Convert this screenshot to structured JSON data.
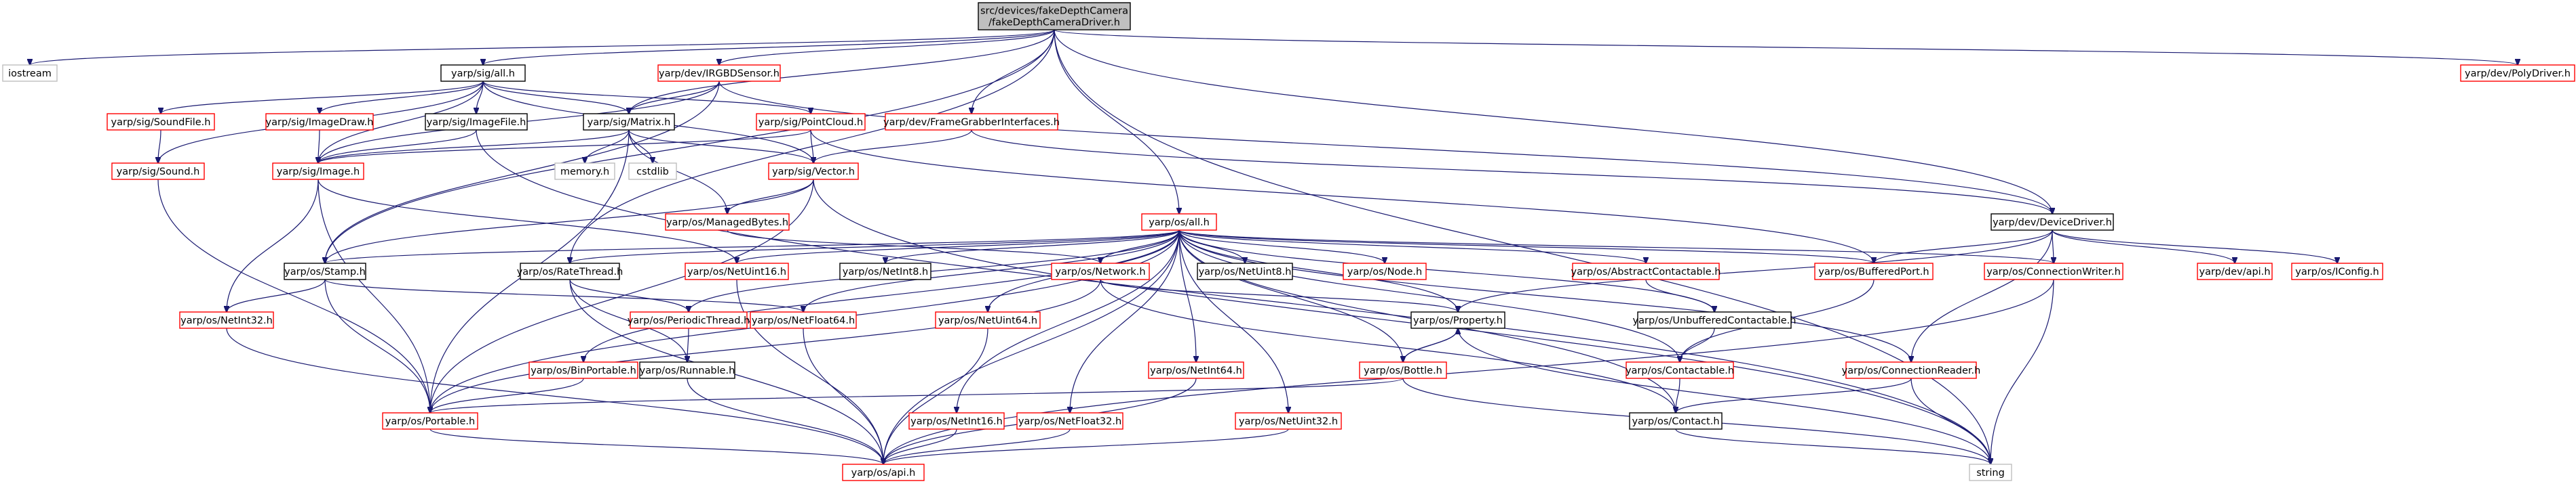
{
  "graph": {
    "kind": "include dependency graph",
    "colors": {
      "edge": "#191970",
      "root_fill": "#bfbfbf",
      "root_border": "#000000",
      "documented_border": "#000000",
      "undocumented_border": "#ff0000",
      "system_border": "#bfbfbf",
      "text": "#000000"
    },
    "nodes": [
      {
        "id": "root",
        "lines": [
          "src/devices/fakeDepthCamera",
          "/fakeDepthCameraDriver.h"
        ],
        "style": "root"
      },
      {
        "id": "iostream",
        "lines": [
          "iostream"
        ],
        "style": "system"
      },
      {
        "id": "sig_all",
        "lines": [
          "yarp/sig/all.h"
        ],
        "style": "documented"
      },
      {
        "id": "rgbd",
        "lines": [
          "yarp/dev/IRGBDSensor.h"
        ],
        "style": "undocumented"
      },
      {
        "id": "polydriver",
        "lines": [
          "yarp/dev/PolyDriver.h"
        ],
        "style": "undocumented"
      },
      {
        "id": "soundfile",
        "lines": [
          "yarp/sig/SoundFile.h"
        ],
        "style": "undocumented"
      },
      {
        "id": "imagedraw",
        "lines": [
          "yarp/sig/ImageDraw.h"
        ],
        "style": "undocumented"
      },
      {
        "id": "imagefile",
        "lines": [
          "yarp/sig/ImageFile.h"
        ],
        "style": "documented"
      },
      {
        "id": "matrix",
        "lines": [
          "yarp/sig/Matrix.h"
        ],
        "style": "documented"
      },
      {
        "id": "pointcloud",
        "lines": [
          "yarp/sig/PointCloud.h"
        ],
        "style": "undocumented"
      },
      {
        "id": "framegrabber",
        "lines": [
          "yarp/dev/FrameGrabberInterfaces.h"
        ],
        "style": "undocumented"
      },
      {
        "id": "sound",
        "lines": [
          "yarp/sig/Sound.h"
        ],
        "style": "undocumented"
      },
      {
        "id": "image",
        "lines": [
          "yarp/sig/Image.h"
        ],
        "style": "undocumented"
      },
      {
        "id": "memory",
        "lines": [
          "memory.h"
        ],
        "style": "system"
      },
      {
        "id": "cstdlib",
        "lines": [
          "cstdlib"
        ],
        "style": "system"
      },
      {
        "id": "vector",
        "lines": [
          "yarp/sig/Vector.h"
        ],
        "style": "undocumented"
      },
      {
        "id": "managedbytes",
        "lines": [
          "yarp/os/ManagedBytes.h"
        ],
        "style": "undocumented"
      },
      {
        "id": "os_all",
        "lines": [
          "yarp/os/all.h"
        ],
        "style": "undocumented"
      },
      {
        "id": "devicedriver",
        "lines": [
          "yarp/dev/DeviceDriver.h"
        ],
        "style": "documented"
      },
      {
        "id": "stamp",
        "lines": [
          "yarp/os/Stamp.h"
        ],
        "style": "documented"
      },
      {
        "id": "ratethread",
        "lines": [
          "yarp/os/RateThread.h"
        ],
        "style": "documented"
      },
      {
        "id": "netuint16",
        "lines": [
          "yarp/os/NetUint16.h"
        ],
        "style": "undocumented"
      },
      {
        "id": "netint8",
        "lines": [
          "yarp/os/NetInt8.h"
        ],
        "style": "documented"
      },
      {
        "id": "network",
        "lines": [
          "yarp/os/Network.h"
        ],
        "style": "undocumented"
      },
      {
        "id": "netuint8",
        "lines": [
          "yarp/os/NetUint8.h"
        ],
        "style": "documented"
      },
      {
        "id": "node",
        "lines": [
          "yarp/os/Node.h"
        ],
        "style": "undocumented"
      },
      {
        "id": "abstractcontactable",
        "lines": [
          "yarp/os/AbstractContactable.h"
        ],
        "style": "undocumented"
      },
      {
        "id": "bufferedport",
        "lines": [
          "yarp/os/BufferedPort.h"
        ],
        "style": "undocumented"
      },
      {
        "id": "connectionwriter",
        "lines": [
          "yarp/os/ConnectionWriter.h"
        ],
        "style": "undocumented"
      },
      {
        "id": "devapi",
        "lines": [
          "yarp/dev/api.h"
        ],
        "style": "undocumented"
      },
      {
        "id": "iconfig",
        "lines": [
          "yarp/os/IConfig.h"
        ],
        "style": "undocumented"
      },
      {
        "id": "netint32",
        "lines": [
          "yarp/os/NetInt32.h"
        ],
        "style": "undocumented"
      },
      {
        "id": "periodicthread",
        "lines": [
          "yarp/os/PeriodicThread.h"
        ],
        "style": "undocumented"
      },
      {
        "id": "netfloat64",
        "lines": [
          "yarp/os/NetFloat64.h"
        ],
        "style": "undocumented"
      },
      {
        "id": "netuint64",
        "lines": [
          "yarp/os/NetUint64.h"
        ],
        "style": "undocumented"
      },
      {
        "id": "property",
        "lines": [
          "yarp/os/Property.h"
        ],
        "style": "documented"
      },
      {
        "id": "unbufferedcontactable",
        "lines": [
          "yarp/os/UnbufferedContactable.h"
        ],
        "style": "documented"
      },
      {
        "id": "binportable",
        "lines": [
          "yarp/os/BinPortable.h"
        ],
        "style": "undocumented"
      },
      {
        "id": "runnable",
        "lines": [
          "yarp/os/Runnable.h"
        ],
        "style": "documented"
      },
      {
        "id": "netint64",
        "lines": [
          "yarp/os/NetInt64.h"
        ],
        "style": "undocumented"
      },
      {
        "id": "bottle",
        "lines": [
          "yarp/os/Bottle.h"
        ],
        "style": "undocumented"
      },
      {
        "id": "contactable",
        "lines": [
          "yarp/os/Contactable.h"
        ],
        "style": "undocumented"
      },
      {
        "id": "connectionreader",
        "lines": [
          "yarp/os/ConnectionReader.h"
        ],
        "style": "undocumented"
      },
      {
        "id": "portable",
        "lines": [
          "yarp/os/Portable.h"
        ],
        "style": "undocumented"
      },
      {
        "id": "netint16",
        "lines": [
          "yarp/os/NetInt16.h"
        ],
        "style": "undocumented"
      },
      {
        "id": "netfloat32",
        "lines": [
          "yarp/os/NetFloat32.h"
        ],
        "style": "undocumented"
      },
      {
        "id": "netuint32",
        "lines": [
          "yarp/os/NetUint32.h"
        ],
        "style": "undocumented"
      },
      {
        "id": "contact",
        "lines": [
          "yarp/os/Contact.h"
        ],
        "style": "documented"
      },
      {
        "id": "os_api",
        "lines": [
          "yarp/os/api.h"
        ],
        "style": "undocumented"
      },
      {
        "id": "string",
        "lines": [
          "string"
        ],
        "style": "system"
      }
    ],
    "edges": [
      [
        "root",
        "iostream"
      ],
      [
        "root",
        "sig_all"
      ],
      [
        "root",
        "rgbd"
      ],
      [
        "root",
        "polydriver"
      ],
      [
        "root",
        "framegrabber"
      ],
      [
        "root",
        "os_all"
      ],
      [
        "root",
        "devicedriver"
      ],
      [
        "root",
        "stamp"
      ],
      [
        "root",
        "matrix"
      ],
      [
        "root",
        "string"
      ],
      [
        "root",
        "ratethread"
      ],
      [
        "sig_all",
        "soundfile"
      ],
      [
        "sig_all",
        "imagedraw"
      ],
      [
        "sig_all",
        "imagefile"
      ],
      [
        "sig_all",
        "matrix"
      ],
      [
        "sig_all",
        "pointcloud"
      ],
      [
        "sig_all",
        "vector"
      ],
      [
        "sig_all",
        "image"
      ],
      [
        "sig_all",
        "sound"
      ],
      [
        "rgbd",
        "matrix"
      ],
      [
        "rgbd",
        "image"
      ],
      [
        "rgbd",
        "devicedriver"
      ],
      [
        "rgbd",
        "stamp"
      ],
      [
        "soundfile",
        "sound"
      ],
      [
        "imagedraw",
        "image"
      ],
      [
        "imagefile",
        "image"
      ],
      [
        "imagefile",
        "string"
      ],
      [
        "matrix",
        "image"
      ],
      [
        "matrix",
        "memory"
      ],
      [
        "matrix",
        "cstdlib"
      ],
      [
        "matrix",
        "vector"
      ],
      [
        "matrix",
        "managedbytes"
      ],
      [
        "matrix",
        "portable"
      ],
      [
        "pointcloud",
        "vector"
      ],
      [
        "pointcloud",
        "image"
      ],
      [
        "pointcloud",
        "bufferedport"
      ],
      [
        "framegrabber",
        "vector"
      ],
      [
        "framegrabber",
        "devicedriver"
      ],
      [
        "sound",
        "portable"
      ],
      [
        "image",
        "netint32"
      ],
      [
        "image",
        "netuint16"
      ],
      [
        "image",
        "portable"
      ],
      [
        "vector",
        "managedbytes"
      ],
      [
        "vector",
        "portable"
      ],
      [
        "vector",
        "stamp"
      ],
      [
        "vector",
        "string"
      ],
      [
        "managedbytes",
        "network"
      ],
      [
        "os_all",
        "stamp"
      ],
      [
        "os_all",
        "ratethread"
      ],
      [
        "os_all",
        "netuint16"
      ],
      [
        "os_all",
        "netint8"
      ],
      [
        "os_all",
        "network"
      ],
      [
        "os_all",
        "netuint8"
      ],
      [
        "os_all",
        "node"
      ],
      [
        "os_all",
        "abstractcontactable"
      ],
      [
        "os_all",
        "bufferedport"
      ],
      [
        "os_all",
        "connectionwriter"
      ],
      [
        "os_all",
        "periodicthread"
      ],
      [
        "os_all",
        "netfloat64"
      ],
      [
        "os_all",
        "netuint64"
      ],
      [
        "os_all",
        "property"
      ],
      [
        "os_all",
        "unbufferedcontactable"
      ],
      [
        "os_all",
        "binportable"
      ],
      [
        "os_all",
        "netint64"
      ],
      [
        "os_all",
        "bottle"
      ],
      [
        "os_all",
        "contactable"
      ],
      [
        "os_all",
        "connectionreader"
      ],
      [
        "os_all",
        "portable"
      ],
      [
        "os_all",
        "netint16"
      ],
      [
        "os_all",
        "netfloat32"
      ],
      [
        "os_all",
        "netuint32"
      ],
      [
        "os_all",
        "contact"
      ],
      [
        "os_all",
        "os_api"
      ],
      [
        "devicedriver",
        "bufferedport"
      ],
      [
        "devicedriver",
        "connectionwriter"
      ],
      [
        "devicedriver",
        "devapi"
      ],
      [
        "devicedriver",
        "iconfig"
      ],
      [
        "devicedriver",
        "property"
      ],
      [
        "devicedriver",
        "connectionreader"
      ],
      [
        "stamp",
        "netint32"
      ],
      [
        "stamp",
        "portable"
      ],
      [
        "stamp",
        "netfloat64"
      ],
      [
        "ratethread",
        "periodicthread"
      ],
      [
        "ratethread",
        "runnable"
      ],
      [
        "ratethread",
        "os_api"
      ],
      [
        "netuint16",
        "os_api"
      ],
      [
        "network",
        "property"
      ],
      [
        "network",
        "portable"
      ],
      [
        "network",
        "contact"
      ],
      [
        "abstractcontactable",
        "unbufferedcontactable"
      ],
      [
        "bufferedport",
        "contactable"
      ],
      [
        "connectionwriter",
        "os_api"
      ],
      [
        "connectionwriter",
        "string"
      ],
      [
        "netint32",
        "os_api"
      ],
      [
        "periodicthread",
        "runnable"
      ],
      [
        "netfloat64",
        "os_api"
      ],
      [
        "netuint64",
        "os_api"
      ],
      [
        "property",
        "bottle"
      ],
      [
        "property",
        "string"
      ],
      [
        "unbufferedcontactable",
        "contactable"
      ],
      [
        "binportable",
        "portable"
      ],
      [
        "runnable",
        "os_api"
      ],
      [
        "netint64",
        "os_api"
      ],
      [
        "bottle",
        "portable"
      ],
      [
        "bottle",
        "property"
      ],
      [
        "bottle",
        "string"
      ],
      [
        "contactable",
        "contact"
      ],
      [
        "connectionreader",
        "contact"
      ],
      [
        "connectionreader",
        "string"
      ],
      [
        "portable",
        "os_api"
      ],
      [
        "netint16",
        "os_api"
      ],
      [
        "netfloat32",
        "os_api"
      ],
      [
        "netuint32",
        "os_api"
      ],
      [
        "contact",
        "string"
      ]
    ]
  }
}
